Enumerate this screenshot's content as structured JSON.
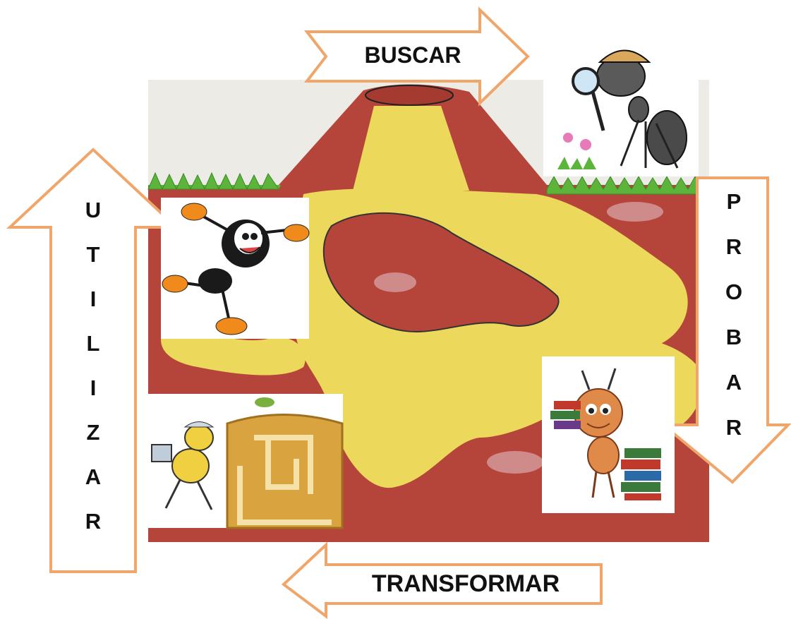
{
  "diagram": {
    "colors": {
      "arrow_outline": "#f0a66a",
      "earth": "#b5453a",
      "tunnel": "#ecd85a",
      "grass": "#5cb43a",
      "sky": "#ecebe6"
    },
    "steps": {
      "top": "BUSCAR",
      "right": [
        "P",
        "R",
        "O",
        "B",
        "A",
        "R"
      ],
      "bottom": "TRANSFORMAR",
      "left": [
        "U",
        "T",
        "I",
        "L",
        "I",
        "Z",
        "A",
        "R"
      ]
    },
    "pictures": {
      "top_right": "ant-with-magnifying-glass-icon",
      "upper_left": "happy-jumping-ant-icon",
      "lower_left": "ant-with-bucket-at-anthill-icon",
      "lower_right": "ant-with-books-icon"
    }
  }
}
